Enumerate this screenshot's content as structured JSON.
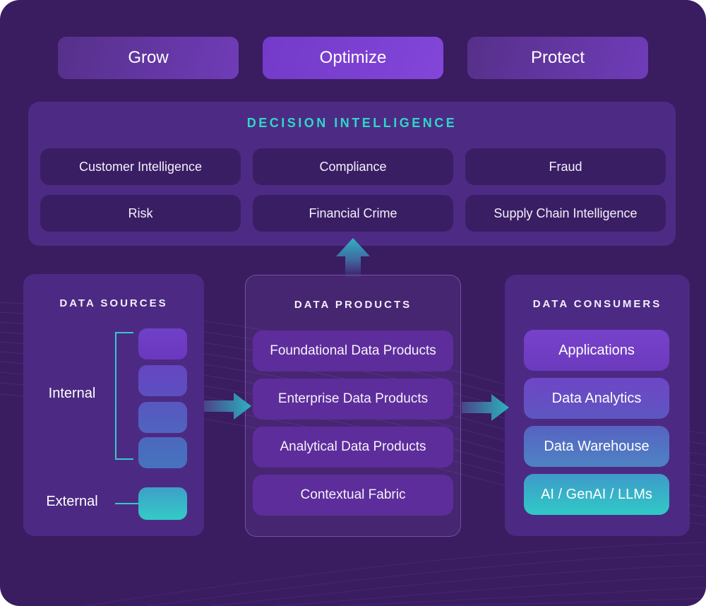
{
  "colors": {
    "background": "#3a1c60",
    "panel_purple": "#4e2c85",
    "pill_dark_purple": "#3a1e64",
    "pill_mid_purple": "#5d2d9b",
    "button_purple": "#6f3cb8",
    "button_highlight_purple": "#8246d8",
    "accent_teal": "#2fd6c8",
    "arrow_teal": "#2bb3c0",
    "gradient_blue": "#4e83c4"
  },
  "top_buttons": [
    {
      "label": "Grow"
    },
    {
      "label": "Optimize",
      "highlighted": true
    },
    {
      "label": "Protect"
    }
  ],
  "decision_intelligence": {
    "title": "DECISION INTELLIGENCE",
    "pills": [
      "Customer Intelligence",
      "Compliance",
      "Fraud",
      "Risk",
      "Financial Crime",
      "Supply Chain Intelligence"
    ]
  },
  "flow": {
    "sources": {
      "title": "DATA SOURCES",
      "internal_label": "Internal",
      "internal_box_count": 4,
      "external_label": "External",
      "external_box_count": 1
    },
    "products": {
      "title": "DATA PRODUCTS",
      "items": [
        "Foundational Data Products",
        "Enterprise Data Products",
        "Analytical Data Products",
        "Contextual Fabric"
      ]
    },
    "consumers": {
      "title": "DATA CONSUMERS",
      "items": [
        "Applications",
        "Data Analytics",
        "Data Warehouse",
        "AI / GenAI / LLMs"
      ]
    }
  }
}
